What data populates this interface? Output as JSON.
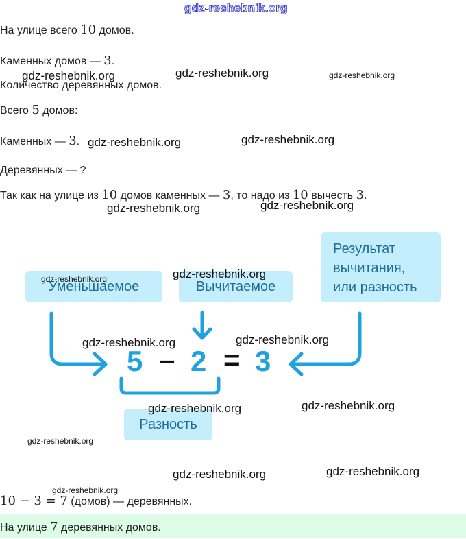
{
  "watermarks": {
    "top": "gdz-reshebnik.org",
    "text": "gdz-reshebnik.org"
  },
  "lines": {
    "l1_pre": "На улице всего ",
    "l1_num": "10",
    "l1_post": " домов.",
    "l2_pre": "Каменных домов — ",
    "l2_num": "3",
    "l2_post": ".",
    "l3": "Количество деревянных домов.",
    "l4_pre": "Всего ",
    "l4_num": "5",
    "l4_post": " домов:",
    "l5_pre": "Каменных — ",
    "l5_num": "3",
    "l5_post": ".",
    "l6": "Деревянных — ?",
    "l7_a": "Так как на улице из ",
    "l7_n1": "10",
    "l7_b": " домов каменных — ",
    "l7_n2": "3",
    "l7_c": ", то надо из ",
    "l7_n3": "10",
    "l7_d": " вычесть ",
    "l7_n4": "3",
    "l7_e": "."
  },
  "diagram": {
    "minuend_label": "Уменьшаемое",
    "subtrahend_label": "Вычитаемое",
    "result_label_lines": [
      "Результат",
      "вычитания,",
      "или разность"
    ],
    "difference_label": "Разность",
    "equation": {
      "a": "5",
      "op": "–",
      "b": "2",
      "eq": "=",
      "c": "3"
    },
    "colors": {
      "box_bg": "#c4eefb",
      "box_text": "#1c6f9a",
      "accent": "#1ea3df"
    }
  },
  "solution": {
    "expr": "10 − 3 = 7",
    "post": " (домов) — деревянных."
  },
  "answer": {
    "pre": "На улице ",
    "num": "7",
    "post": " деревянных домов.",
    "bg": "#dcfce8"
  }
}
